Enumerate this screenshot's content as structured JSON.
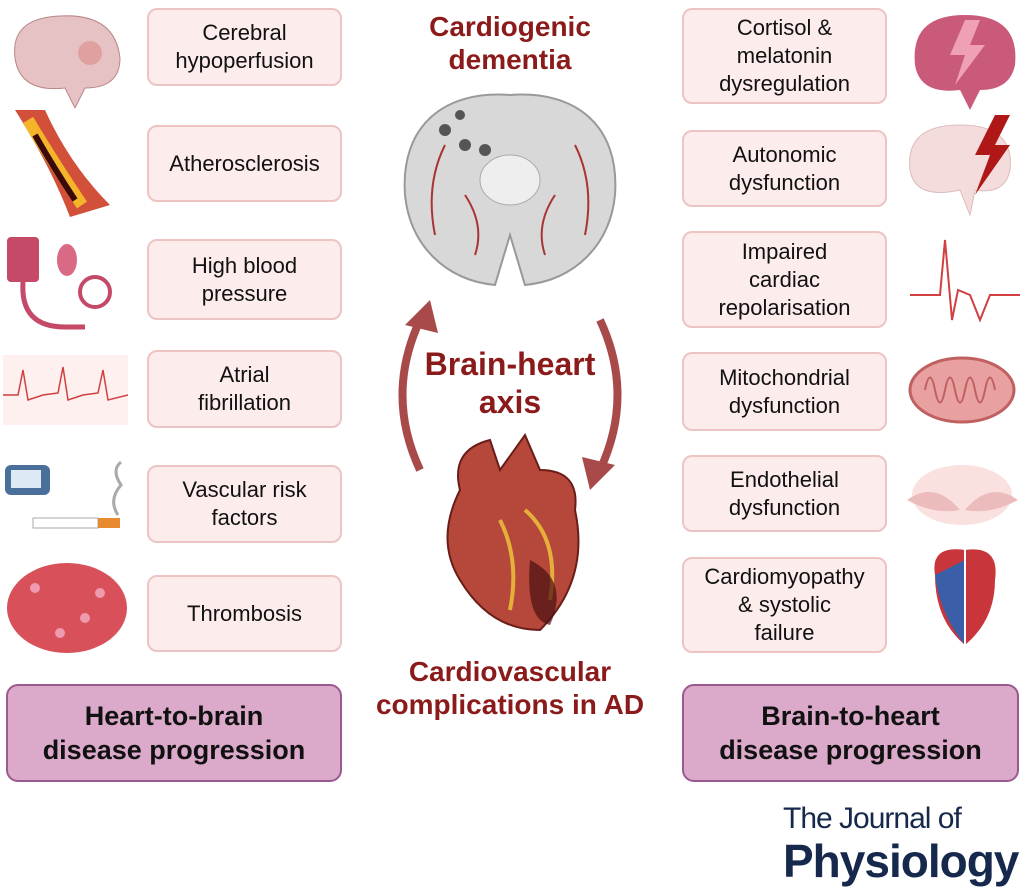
{
  "center": {
    "top_title": "Cardiogenic\ndementia",
    "axis_title": "Brain-heart\naxis",
    "bottom_title": "Cardiovascular\ncomplications in AD"
  },
  "left_boxes": [
    "Cerebral\nhypoperfusion",
    "Atherosclerosis",
    "High blood\npressure",
    "Atrial\nfibrillation",
    "Vascular risk\nfactors",
    "Thrombosis"
  ],
  "right_boxes": [
    "Cortisol &\nmelatonin\ndysregulation",
    "Autonomic\ndysfunction",
    "Impaired\ncardiac\nrepolarisation",
    "Mitochondrial\ndysfunction",
    "Endothelial\ndysfunction",
    "Cardiomyopathy\n& systolic\nfailure"
  ],
  "progression": {
    "left": "Heart-to-brain\ndisease progression",
    "right": "Brain-to-heart\ndisease progression"
  },
  "journal": {
    "line1": "The Journal of",
    "line2": "Physiology"
  },
  "colors": {
    "accent": "#8b1a1a",
    "box_fill": "#fcecec",
    "progression_fill": "#dba9c9",
    "logo": "#16294d"
  }
}
